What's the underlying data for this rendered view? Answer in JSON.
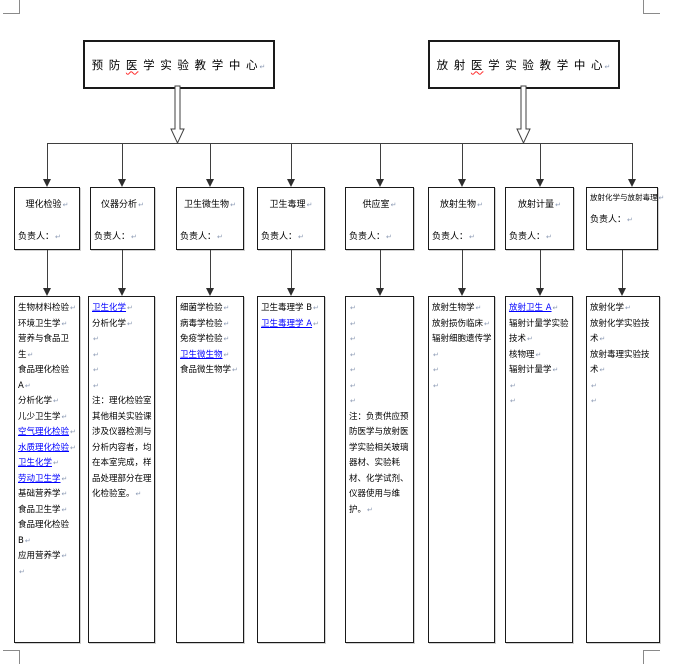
{
  "marks": {
    "paragraph": "↵"
  },
  "colors": {
    "link": "#0000ff",
    "squiggle_red": "#ff2a2a",
    "line": "#3f3f3f"
  },
  "top_boxes": [
    {
      "pre": "预 防 ",
      "marked": "医",
      "post": " 学 实 验 教 学 中 心"
    },
    {
      "pre": "放 射 ",
      "marked": "医",
      "post": " 学 实 验 教 学 中 心"
    }
  ],
  "mid_boxes": [
    {
      "title": "理化检验",
      "leader": "负责人："
    },
    {
      "title": "仪器分析",
      "leader": "负责人："
    },
    {
      "title": "卫生微生物",
      "leader": "负责人："
    },
    {
      "title": "卫生毒理",
      "leader": "负责人："
    },
    {
      "title": "供应室",
      "leader": "负责人："
    },
    {
      "title": "放射生物",
      "leader": "负责人："
    },
    {
      "title": "放射计量",
      "leader": "负责人："
    },
    {
      "title": "放射化学与放射毒理",
      "leader": "负责人："
    }
  ],
  "detail_boxes": [
    {
      "items": [
        {
          "t": "生物材料检验",
          "s": "n"
        },
        {
          "t": "环境卫生学",
          "s": "n"
        },
        {
          "t": "营养与食品卫生",
          "s": "n"
        },
        {
          "t": "食品理化检验 A",
          "s": "n"
        },
        {
          "t": "分析化学",
          "s": "n"
        },
        {
          "t": "儿少卫生学",
          "s": "n"
        },
        {
          "t": "空气理化检验",
          "s": "l"
        },
        {
          "t": "水质理化检验",
          "s": "l"
        },
        {
          "t": "卫生化学",
          "s": "l"
        },
        {
          "t": "劳动卫生学",
          "s": "l"
        },
        {
          "t": "基础营养学",
          "s": "n"
        },
        {
          "t": "食品卫生学",
          "s": "n"
        },
        {
          "t": "食品理化检验 B",
          "s": "n"
        },
        {
          "t": "应用营养学",
          "s": "n"
        },
        {
          "t": "",
          "s": "e"
        }
      ]
    },
    {
      "items": [
        {
          "t": "卫生化学",
          "s": "l"
        },
        {
          "t": "分析化学",
          "s": "n"
        },
        {
          "t": "",
          "s": "e"
        },
        {
          "t": "",
          "s": "e"
        },
        {
          "t": "",
          "s": "e"
        },
        {
          "t": "",
          "s": "e"
        },
        {
          "t": "注：理化检验室其他相关实验课涉及仪器检测与分析内容者，均在本室完成，样品处理部分在理化检验室。",
          "s": "note"
        }
      ]
    },
    {
      "items": [
        {
          "t": "细菌学检验",
          "s": "n"
        },
        {
          "t": "病毒学检验",
          "s": "n"
        },
        {
          "t": "免疫学检验",
          "s": "n"
        },
        {
          "t": "卫生微生物",
          "s": "l"
        },
        {
          "t": "食品微生物学",
          "s": "n"
        }
      ]
    },
    {
      "items": [
        {
          "t": "卫生毒理学 B",
          "s": "n"
        },
        {
          "t": "卫生毒理学 A",
          "s": "l"
        }
      ]
    },
    {
      "items": [
        {
          "t": "",
          "s": "e"
        },
        {
          "t": "",
          "s": "e"
        },
        {
          "t": "",
          "s": "e"
        },
        {
          "t": "",
          "s": "e"
        },
        {
          "t": "",
          "s": "e"
        },
        {
          "t": "",
          "s": "e"
        },
        {
          "t": "",
          "s": "e"
        },
        {
          "t": "注：负责供应预防医学与放射医学实验相关玻璃器材、实验耗材、化学试剂、仪器使用与维护。",
          "s": "note"
        }
      ]
    },
    {
      "items": [
        {
          "t": "放射生物学",
          "s": "n"
        },
        {
          "t": "放射损伤临床",
          "s": "n"
        },
        {
          "t": "辐射细胞遗传学",
          "s": "n"
        },
        {
          "t": "",
          "s": "e"
        },
        {
          "t": "",
          "s": "e"
        }
      ]
    },
    {
      "items": [
        {
          "t": "放射卫生 A",
          "s": "l"
        },
        {
          "t": "辐射计量学实验技术",
          "s": "n"
        },
        {
          "t": "核物理",
          "s": "n"
        },
        {
          "t": "辐射计量学",
          "s": "n"
        },
        {
          "t": "",
          "s": "e"
        },
        {
          "t": "",
          "s": "e"
        }
      ]
    },
    {
      "items": [
        {
          "t": "放射化学",
          "s": "n"
        },
        {
          "t": "放射化学实验技术",
          "s": "n"
        },
        {
          "t": "放射毒理实验技术",
          "s": "n"
        },
        {
          "t": "",
          "s": "e"
        },
        {
          "t": "",
          "s": "e"
        }
      ]
    }
  ]
}
